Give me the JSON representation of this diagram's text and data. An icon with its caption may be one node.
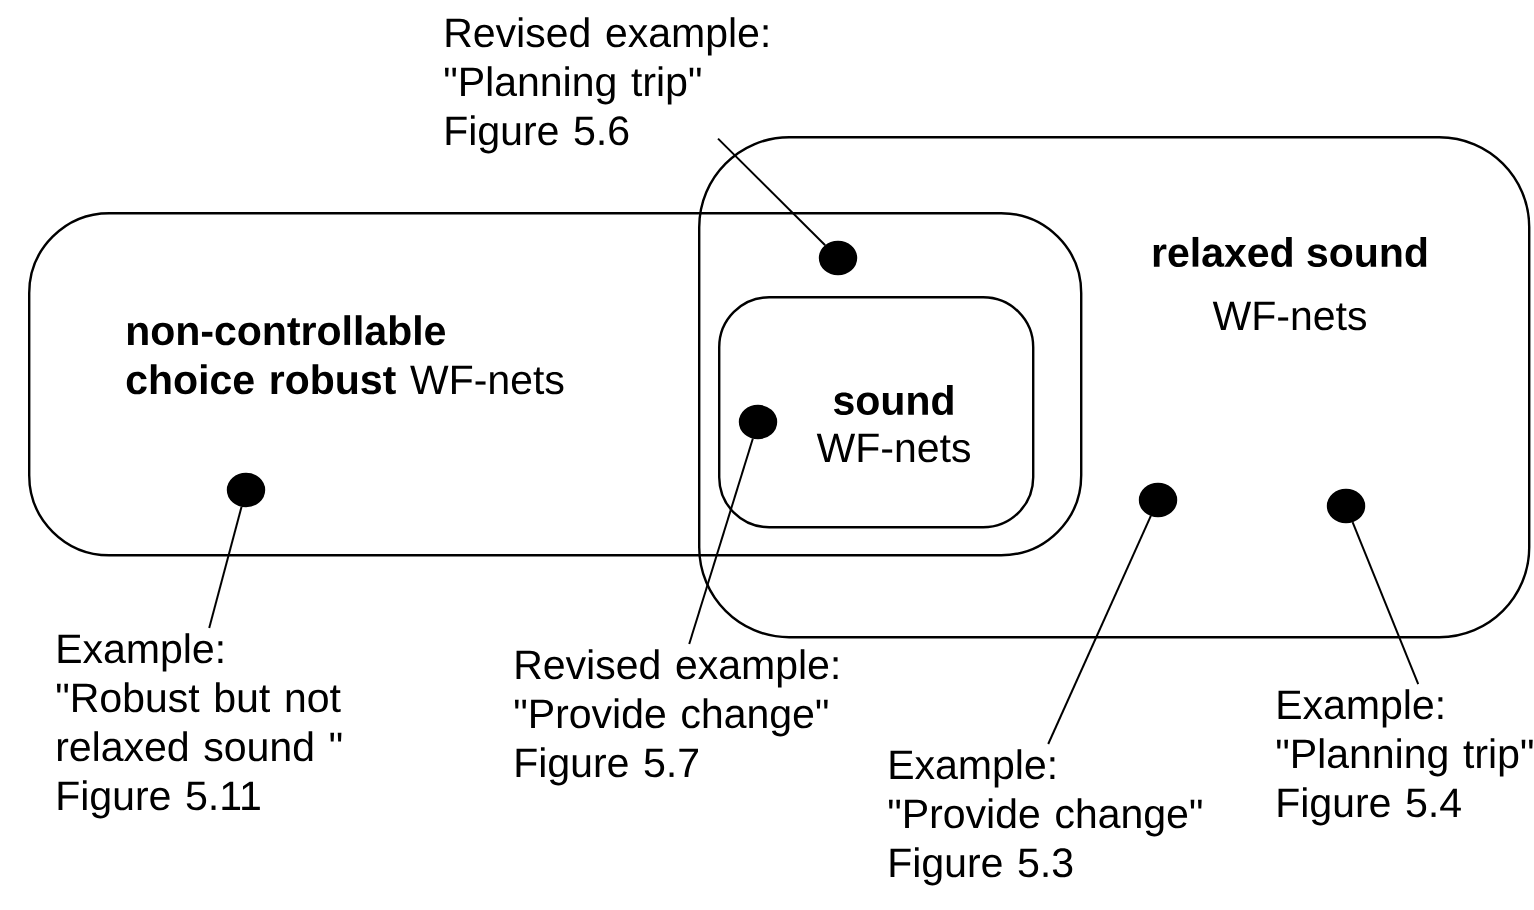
{
  "diagram": {
    "nodes": [
      {
        "text": [
          "**non-controllable choice robust** WF-nets"
        ]
      },
      {
        "text": [
          "relaxed sound",
          "WF-nets"
        ]
      },
      {
        "text": [
          "sound",
          "WF-nets"
        ]
      },
      {
        "text": [],
        "shape": "circle"
      },
      {
        "text": [],
        "shape": "circle",
        "in": 2
      },
      {
        "text": [],
        "shape": "circle",
        "in": 0
      },
      {
        "text": [],
        "shape": "circle",
        "in": 1
      },
      {
        "text": [],
        "shape": "circle",
        "in": 1
      },
      {
        "text": [
          "Revised example: \"Planning trip\" Figure 5.6"
        ]
      },
      {
        "text": [
          "Example: \"Robust but not relaxed sound \" Figure 5.11"
        ]
      },
      {
        "text": [
          "Revised example: \"Provide change\" Figure 5.7"
        ]
      },
      {
        "text": [
          "Example: \"Provide change\" Figure 5.3"
        ]
      },
      {
        "text": [
          "Example: \"Planning trip\" Figure 5.4"
        ]
      }
    ],
    "edges": [
      {
        "from": 8,
        "to": 3,
        "arrow": "none"
      },
      {
        "from": 9,
        "to": 5,
        "arrow": "none"
      },
      {
        "from": 10,
        "to": 4,
        "arrow": "none"
      },
      {
        "from": 11,
        "to": 6,
        "arrow": "none"
      },
      {
        "from": 12,
        "to": 7,
        "arrow": "none"
      }
    ]
  }
}
